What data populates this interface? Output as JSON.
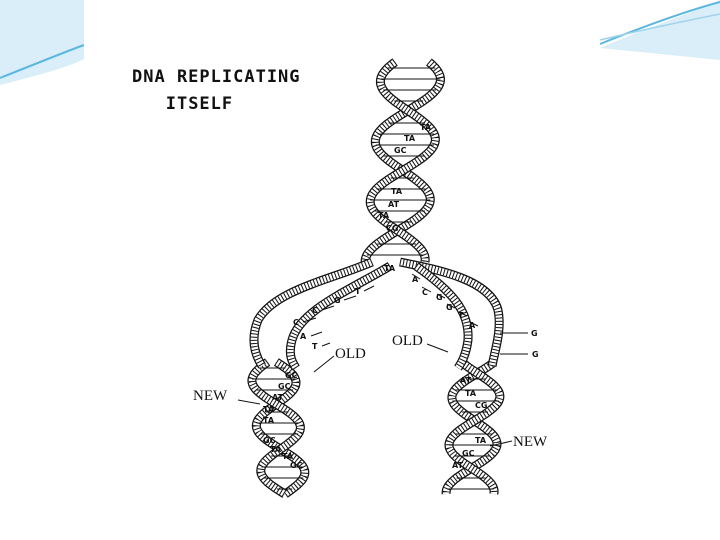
{
  "slide": {
    "accent_color": "#5bb7e0",
    "light_accent_color": "#bfe3f4"
  },
  "figure": {
    "title_line1": "DNA REPLICATING",
    "title_line2": "ITSELF",
    "labels": {
      "old_left": "OLD",
      "old_right": "OLD",
      "new_left": "NEW",
      "new_right": "NEW"
    },
    "parent_pairs": [
      "TA",
      "TA",
      "GC",
      "TA",
      "AT",
      "TA",
      "CG",
      "TA"
    ],
    "left_fork_bases": [
      "T",
      "G",
      "C",
      "C",
      "A",
      "T"
    ],
    "right_fork_bases": [
      "A",
      "C",
      "G",
      "G",
      "T",
      "A",
      "G",
      "G"
    ],
    "left_daughter_pairs": [
      "GC",
      "GC",
      "AT",
      "TA",
      "TA",
      "GC",
      "TA",
      "TA",
      "GC"
    ],
    "right_daughter_pairs": [
      "AT",
      "TA",
      "CG",
      "TA",
      "GC",
      "AT"
    ]
  }
}
